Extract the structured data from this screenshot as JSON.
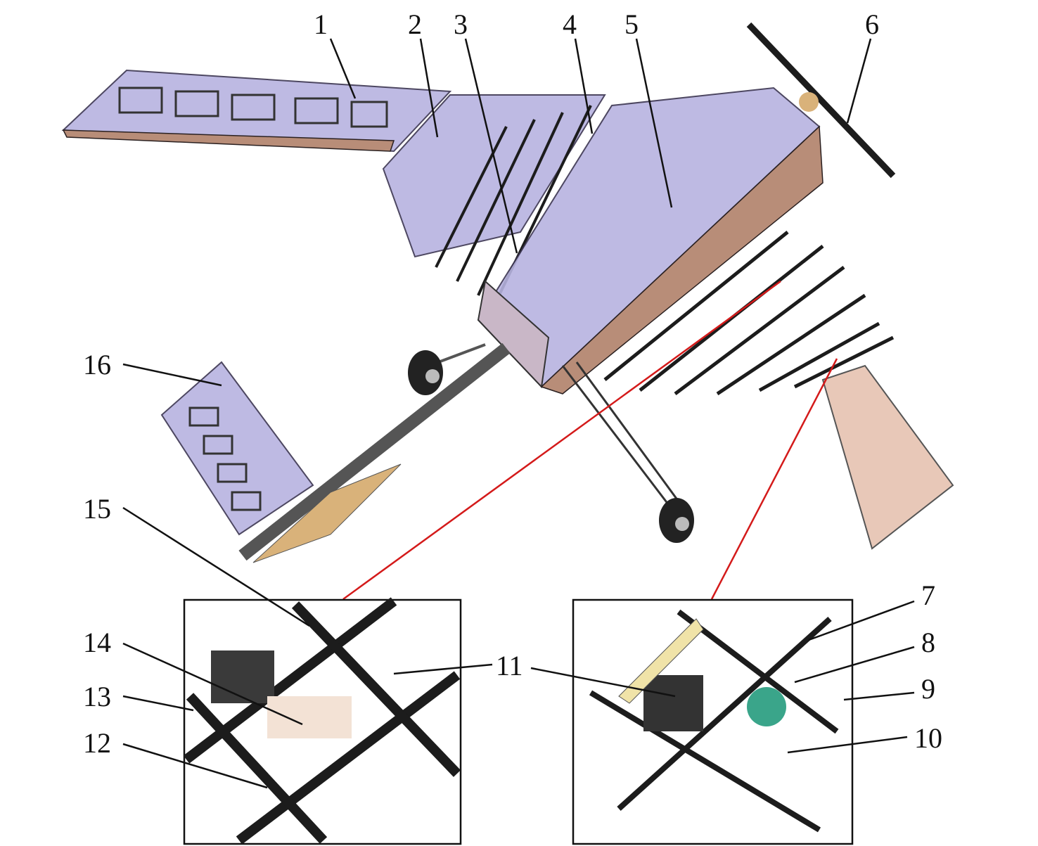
{
  "figure": {
    "labels": [
      "1",
      "2",
      "3",
      "4",
      "5",
      "6",
      "7",
      "8",
      "9",
      "10",
      "11",
      "12",
      "13",
      "14",
      "15",
      "16"
    ],
    "colors": {
      "leader_line": "#111111",
      "detail_line": "#d41a1a",
      "skin": "#b7b3e0",
      "ribs": "#b88d78",
      "carbon": "#1c1c1c"
    }
  }
}
